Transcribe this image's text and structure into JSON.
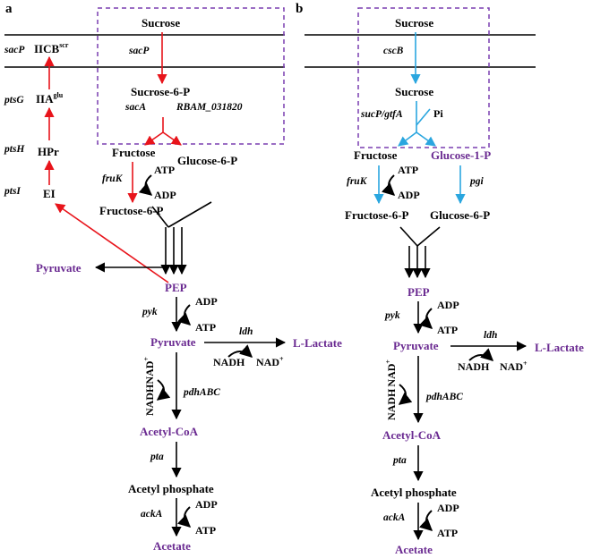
{
  "panels": {
    "a": "a",
    "b": "b"
  },
  "colors": {
    "purple": "#6a2a91",
    "red": "#e8141b",
    "blue": "#2aa6df",
    "black": "#000000",
    "box": "#7a3fb0"
  },
  "a": {
    "pts": {
      "sacP": "sacP",
      "ptsG": "ptsG",
      "ptsH": "ptsH",
      "ptsI": "ptsI"
    },
    "carriers": {
      "iicb": "IICB",
      "iicb_sup": "scr",
      "iia": "IIA",
      "iia_sup": "glu",
      "hpr": "HPr",
      "ei": "EI"
    },
    "sucrose": "Sucrose",
    "sacP": "sacP",
    "sucrose6p": "Sucrose-6-P",
    "sacA": "sacA",
    "rbam": "RBAM_031820",
    "fructose": "Fructose",
    "glucose6p": "Glucose-6-P",
    "fruK": "fruK",
    "atp1": "ATP",
    "adp1": "ADP",
    "fructose6p": "Fructose-6-P",
    "pyruvate_side": "Pyruvate",
    "pep": "PEP",
    "pyk": "pyk",
    "adp2": "ADP",
    "atp2": "ATP",
    "pyruvate": "Pyruvate",
    "ldh": "ldh",
    "llactate": "L-Lactate",
    "nadh": "NADH",
    "nad": "NAD",
    "nad_sup": "+",
    "nad_v": "NAD",
    "nad_v_sup": "+",
    "nadh_v": "NADH",
    "pdh": "pdhABC",
    "acetylcoa": "Acetyl-CoA",
    "pta": "pta",
    "acetylp": "Acetyl phosphate",
    "ackA": "ackA",
    "adp3": "ADP",
    "atp3": "ATP",
    "acetate": "Acetate"
  },
  "b": {
    "sucrose_out": "Sucrose",
    "cscB": "cscB",
    "sucrose_in": "Sucrose",
    "sucp": "sucP/gtfA",
    "pi": "Pi",
    "fructose": "Fructose",
    "glucose1p": "Glucose-1-P",
    "fruK": "fruK",
    "atp1": "ATP",
    "adp1": "ADP",
    "pgi": "pgi",
    "fructose6p": "Fructose-6-P",
    "glucose6p": "Glucose-6-P",
    "pep": "PEP",
    "pyk": "pyk",
    "adp2": "ADP",
    "atp2": "ATP",
    "pyruvate": "Pyruvate",
    "ldh": "ldh",
    "llactate": "L-Lactate",
    "nadh": "NADH",
    "nad": "NAD",
    "nad_sup": "+",
    "nad_v": "NAD",
    "nad_v_sup": "+",
    "nadh_v": "NADH",
    "pdh": "pdhABC",
    "acetylcoa": "Acetyl-CoA",
    "pta": "pta",
    "acetylp": "Acetyl phosphate",
    "ackA": "ackA",
    "adp3": "ADP",
    "atp3": "ATP",
    "acetate": "Acetate"
  }
}
